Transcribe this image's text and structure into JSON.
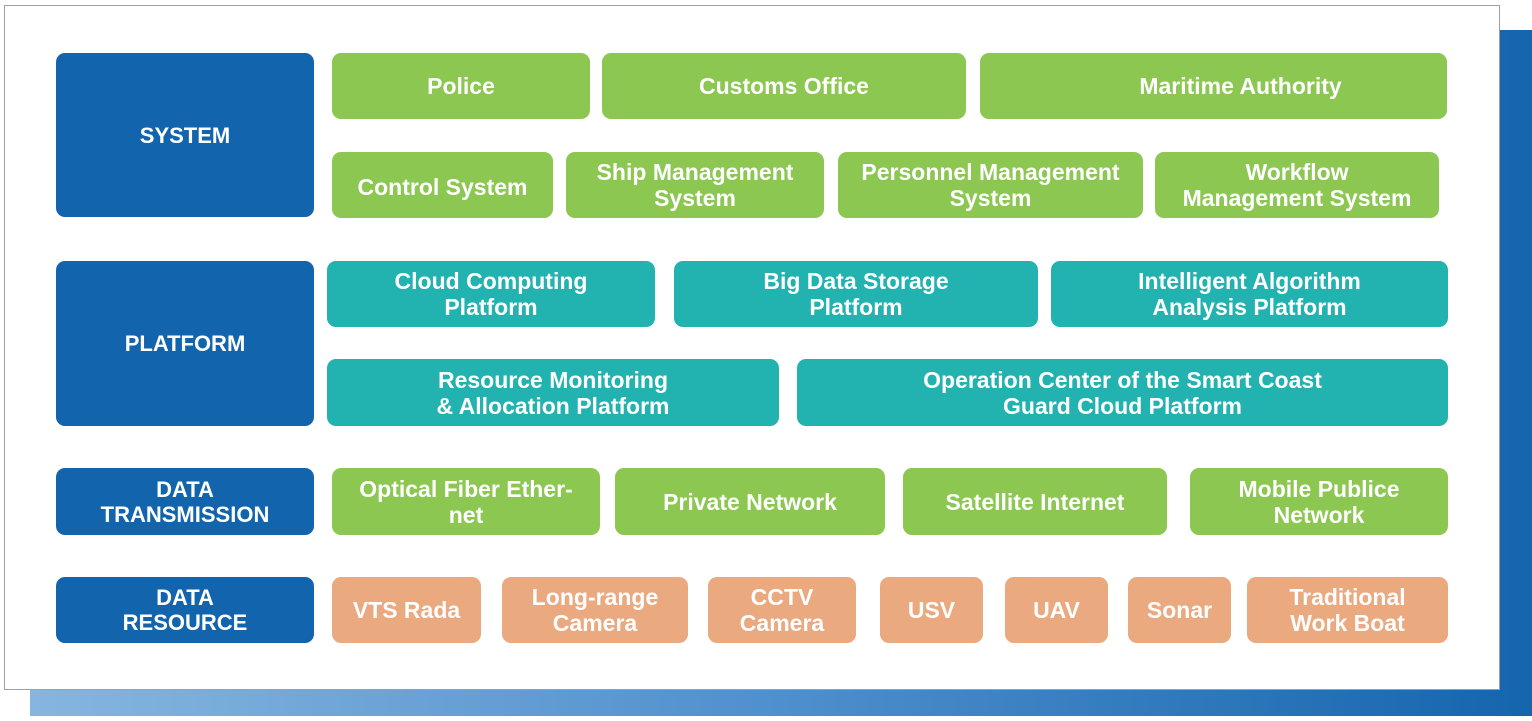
{
  "layers": {
    "system": "SYSTEM",
    "platform": "PLATFORM",
    "data_transmission": "DATA\nTRANSMISSION",
    "data_resource": "DATA\nRESOURCE"
  },
  "system": {
    "row1": [
      "Police",
      "Customs Office",
      "Maritime Authority"
    ],
    "row2": [
      "Control System",
      "Ship Management\nSystem",
      "Personnel Management\nSystem",
      "Workflow\nManagement System"
    ]
  },
  "platform": {
    "row1": [
      "Cloud Computing\nPlatform",
      "Big Data Storage\nPlatform",
      "Intelligent Algorithm\nAnalysis Platform"
    ],
    "row2": [
      "Resource Monitoring\n& Allocation Platform",
      "Operation Center of the Smart Coast\nGuard Cloud Platform"
    ]
  },
  "data_transmission": {
    "items": [
      "Optical Fiber Ether-\nnet",
      "Private Network",
      "Satellite Internet",
      "Mobile Publice\nNetwork"
    ]
  },
  "data_resource": {
    "items": [
      "VTS Rada",
      "Long-range\nCamera",
      "CCTV\nCamera",
      "USV",
      "UAV",
      "Sonar",
      "Traditional\nWork Boat"
    ]
  },
  "colors": {
    "layer_blue": "#1264ad",
    "system_green": "#8cc751",
    "platform_teal": "#22b2b0",
    "resource_orange": "#eaa97f",
    "frame_shadow_gradient": [
      "#86b6df",
      "#1565ad"
    ]
  }
}
